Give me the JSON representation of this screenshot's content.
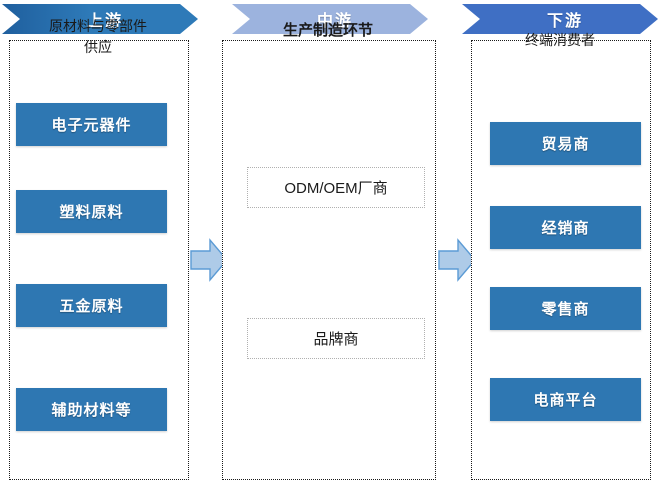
{
  "stages": [
    {
      "id": "upstream",
      "banner": "上游",
      "color": "#2e7ab8"
    },
    {
      "id": "midstream",
      "banner": "中游",
      "color": "#9cb3de"
    },
    {
      "id": "downstream",
      "banner": "下游",
      "color": "#3f6fc4"
    }
  ],
  "upstream": {
    "banner": "上游",
    "title_line1": "原材料与零部件",
    "title_line2": "供应",
    "items": [
      {
        "label": "电子元器件"
      },
      {
        "label": "塑料原料"
      },
      {
        "label": "五金原料"
      },
      {
        "label": "辅助材料等"
      }
    ]
  },
  "midstream": {
    "banner": "中游",
    "title": "生产制造环节",
    "items": [
      {
        "label": "ODM/OEM厂商"
      },
      {
        "label": "品牌商"
      }
    ]
  },
  "downstream": {
    "banner": "下游",
    "title": "终端消费者",
    "items": [
      {
        "label": "贸易商"
      },
      {
        "label": "经销商"
      },
      {
        "label": "零售商"
      },
      {
        "label": "电商平台"
      }
    ]
  },
  "connectors": [
    {
      "name": "arrow-upstream-to-midstream",
      "direction": "right"
    },
    {
      "name": "arrow-midstream-to-downstream",
      "direction": "right"
    }
  ],
  "colors": {
    "box_blue": "#2e77b2",
    "banner_upstream": "#2e7ab8",
    "banner_midstream": "#9cb3de",
    "banner_downstream": "#3f6fc4",
    "arrow_fill": "#aecbe8",
    "arrow_stroke": "#5b9bd5",
    "panel_border": "#1a1a1a"
  }
}
